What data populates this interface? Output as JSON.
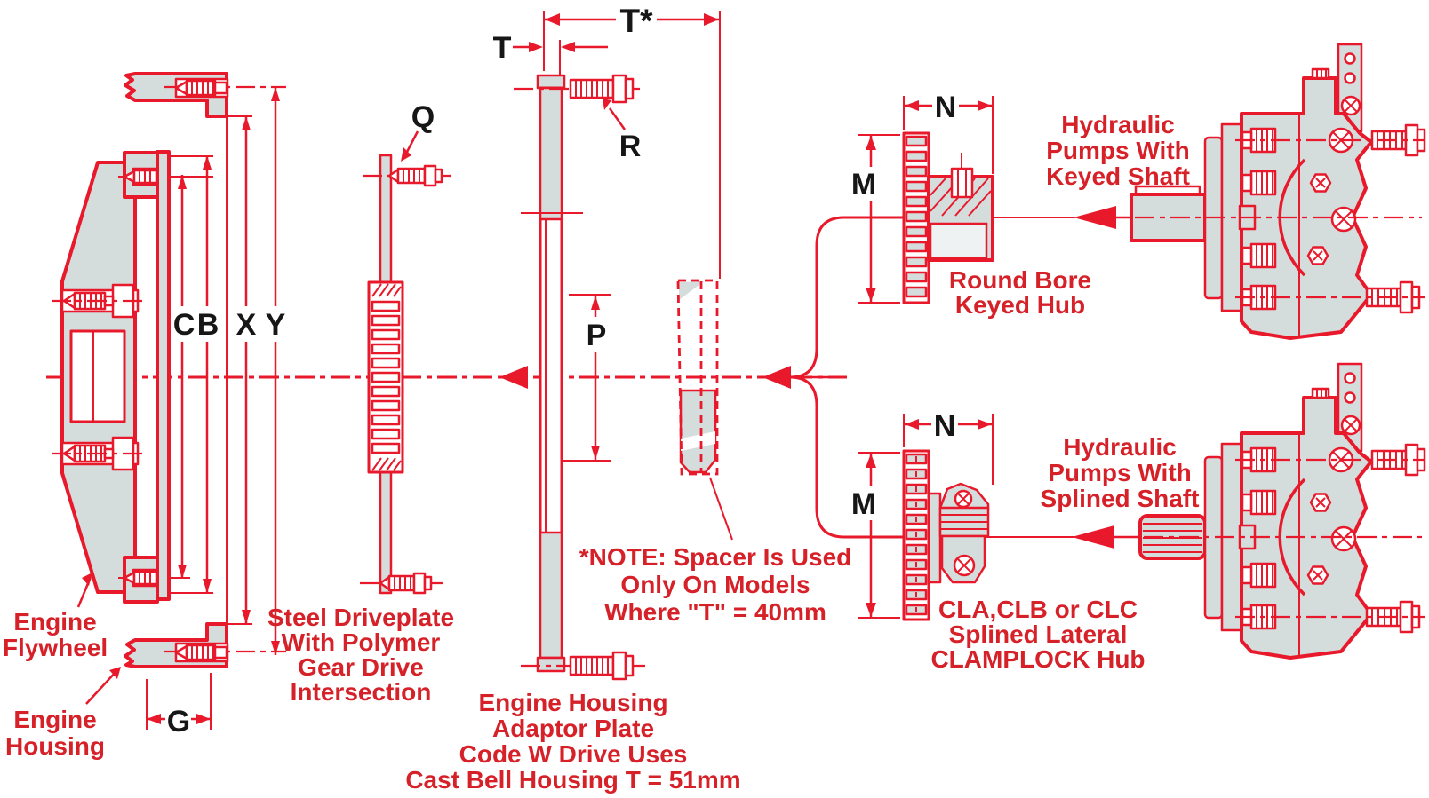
{
  "colors": {
    "line_red": "#e8192b",
    "text_red": "#d62129",
    "fill_gray": "#d4dcdc",
    "dim_black": "#161616",
    "background": "#ffffff"
  },
  "dims": {
    "t_star": "T*",
    "t": "T",
    "q": "Q",
    "r": "R",
    "p": "P",
    "c": "C",
    "b": "B",
    "x": "X",
    "y": "Y",
    "g": "G",
    "n": "N",
    "m": "M"
  },
  "labels": {
    "hydraulic_keyed": [
      "Hydraulic",
      "Pumps With",
      "Keyed Shaft"
    ],
    "round_bore_hub": [
      "Round Bore",
      "Keyed Hub"
    ],
    "hydraulic_splined": [
      "Hydraulic",
      "Pumps With",
      "Splined Shaft"
    ],
    "clamplock_hub": [
      "CLA,CLB or CLC",
      "Splined  Lateral",
      "CLAMPLOCK Hub"
    ],
    "engine_flywheel": [
      "Engine",
      "Flywheel"
    ],
    "engine_housing": [
      "Engine",
      "Housing"
    ],
    "steel_driveplate": [
      "Steel Driveplate",
      "With Polymer",
      "Gear Drive",
      "Intersection"
    ],
    "adaptor_plate": [
      "Engine Housing",
      "Adaptor Plate",
      "Code W Drive Uses",
      "Cast Bell Housing T = 51mm"
    ],
    "note": [
      "*NOTE: Spacer Is Used",
      "Only On Models",
      "Where \"T\" = 40mm"
    ]
  }
}
